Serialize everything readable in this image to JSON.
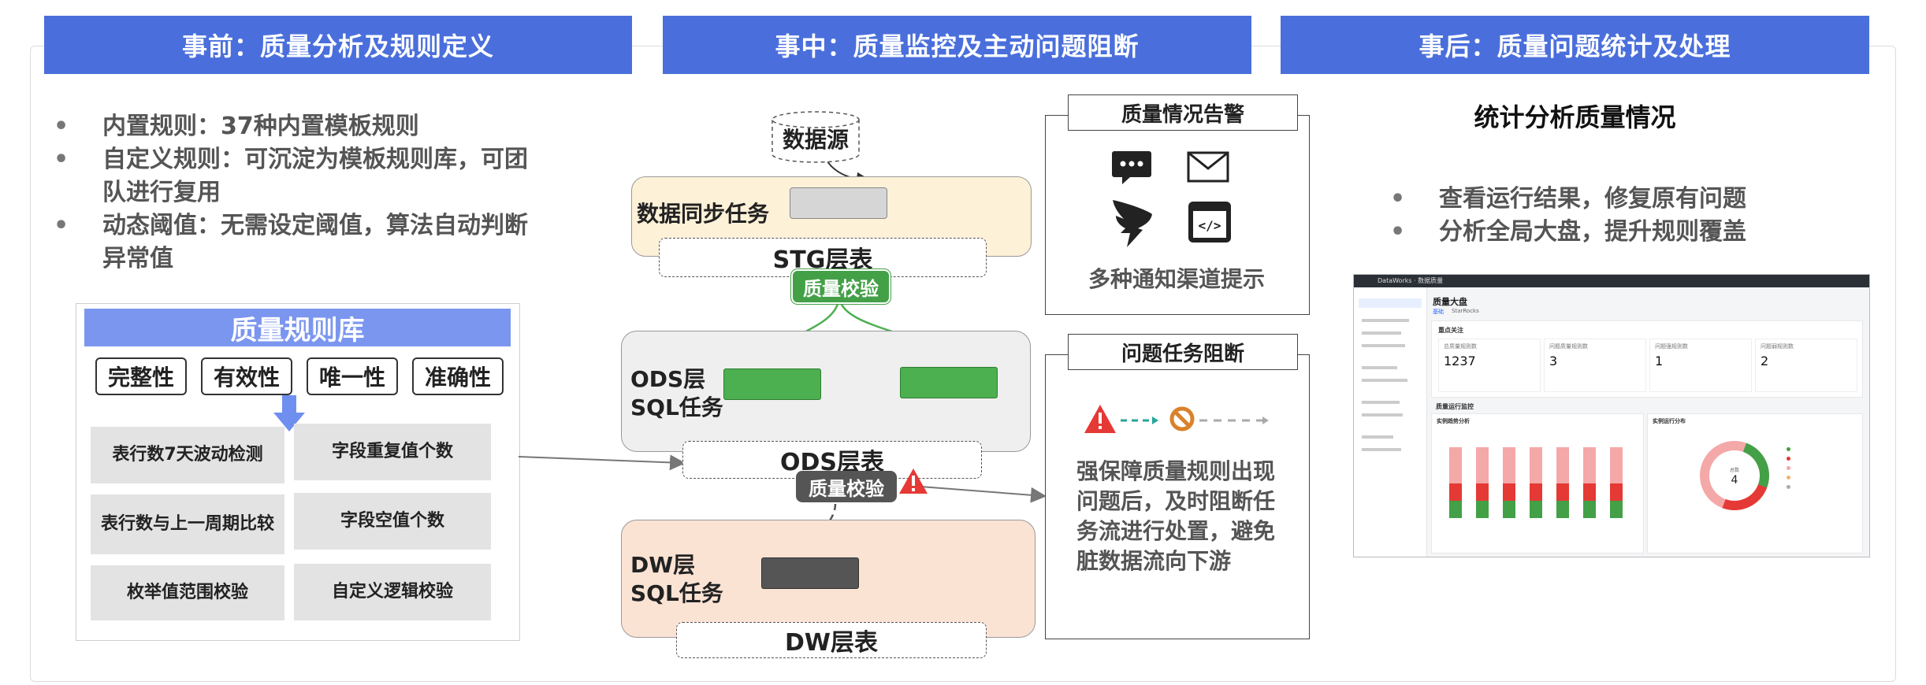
{
  "banners": {
    "before": "事前：质量分析及规则定义",
    "during": "事中：质量监控及主动问题阻断",
    "after": "事后：质量问题统计及处理"
  },
  "left": {
    "bullets": [
      "内置规则：37种内置模板规则",
      "自定义规则：可沉淀为模板规则库，可团队进行复用",
      "动态阈值：无需设定阈值，算法自动判断异常值"
    ],
    "library": {
      "title": "质量规则库",
      "tags": [
        "完整性",
        "有效性",
        "唯一性",
        "准确性"
      ],
      "rules": [
        "表行数7天波动检测",
        "字段重复值个数",
        "表行数与上一周期比较",
        "字段空值个数",
        "枚举值范围校验",
        "自定义逻辑校验"
      ]
    }
  },
  "middle": {
    "source": "数据源",
    "sync_task": "数据同步任务",
    "stg_table": "STG层表",
    "check1": "质量校验",
    "ods_task": "ODS层\nSQL任务",
    "ods_table": "ODS层表",
    "check2": "质量校验",
    "dw_task": "DW层\nSQL任务",
    "dw_table": "DW层表"
  },
  "alerts": {
    "title": "质量情况告警",
    "caption": "多种通知渠道提示",
    "icons": [
      "chat-bubble-icon",
      "envelope-icon",
      "dingtalk-icon",
      "webhook-code-icon"
    ]
  },
  "blocking": {
    "title": "问题任务阻断",
    "description": "强保障质量规则出现问题后，及时阻断任务流进行处置，避免脏数据流向下游"
  },
  "right": {
    "heading": "统计分析质量情况",
    "bullets": [
      "查看运行结果，修复原有问题",
      "分析全局大盘，提升规则覆盖"
    ]
  },
  "dashboard": {
    "topbar": "DataWorks · 数据质量",
    "title": "质量大盘",
    "tabs": [
      "基础",
      "StarRocks"
    ],
    "section1": "重点关注",
    "kpis": [
      {
        "label": "总质量规则数",
        "value": "1237"
      },
      {
        "label": "问题质量规则数",
        "value": "3"
      },
      {
        "label": "问题强规则数",
        "value": "1"
      },
      {
        "label": "问题弱规则数",
        "value": "2"
      }
    ],
    "section2": "质量运行监控",
    "chart1_title": "实例趋势分析",
    "chart2_title": "实例运行分布",
    "donut_label": "总数",
    "donut_value": "4"
  },
  "colors": {
    "banner": "#4a6fdc",
    "green": "#4caf50",
    "dark": "#555555",
    "warn": "#e53935"
  }
}
